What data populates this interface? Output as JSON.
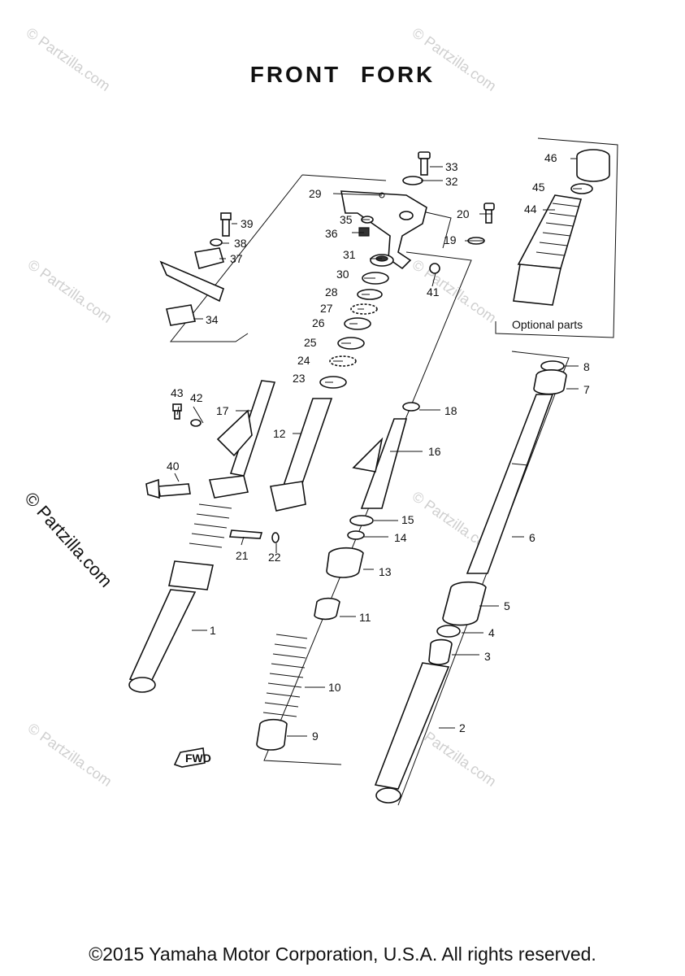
{
  "title": "FRONT FORK",
  "copyright": "©2015 Yamaha Motor Corporation, U.S.A. All rights reserved.",
  "watermark": "© Partzilla.com",
  "optional_box_label": "Optional parts",
  "fwd_label": "FWD",
  "callouts": [
    "1",
    "2",
    "3",
    "4",
    "5",
    "6",
    "7",
    "8",
    "9",
    "10",
    "11",
    "12",
    "13",
    "14",
    "15",
    "16",
    "17",
    "18",
    "19",
    "20",
    "21",
    "22",
    "23",
    "24",
    "25",
    "26",
    "27",
    "28",
    "29",
    "30",
    "31",
    "32",
    "33",
    "34",
    "35",
    "36",
    "37",
    "38",
    "39",
    "40",
    "41",
    "42",
    "43",
    "44",
    "45",
    "46"
  ]
}
